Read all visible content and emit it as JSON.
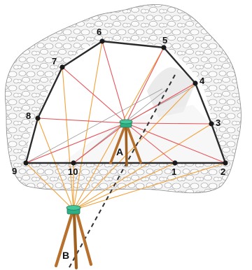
{
  "diagram": {
    "points": [
      {
        "id": "1",
        "label": "1"
      },
      {
        "id": "2",
        "label": "2"
      },
      {
        "id": "3",
        "label": "3"
      },
      {
        "id": "4",
        "label": "4"
      },
      {
        "id": "5",
        "label": "5"
      },
      {
        "id": "6",
        "label": "6"
      },
      {
        "id": "7",
        "label": "7"
      },
      {
        "id": "8",
        "label": "8"
      },
      {
        "id": "9",
        "label": "9"
      },
      {
        "id": "10",
        "label": "10"
      }
    ],
    "stations": [
      {
        "id": "A",
        "label": "A"
      },
      {
        "id": "B",
        "label": "B"
      }
    ],
    "colors": {
      "background": "#ffffff",
      "rock_fill": "#f1f1f1",
      "rock_outline": "#8a8a8a",
      "boundary": "#2b2b2b",
      "sight_lines_A": "#e8545a",
      "sight_lines_B": "#f2a13a",
      "tripod_wood": "#b8702d",
      "instrument": "#2fae84",
      "baseline": "#2b2b2b",
      "gray_lines": "#9a9a9a"
    }
  }
}
